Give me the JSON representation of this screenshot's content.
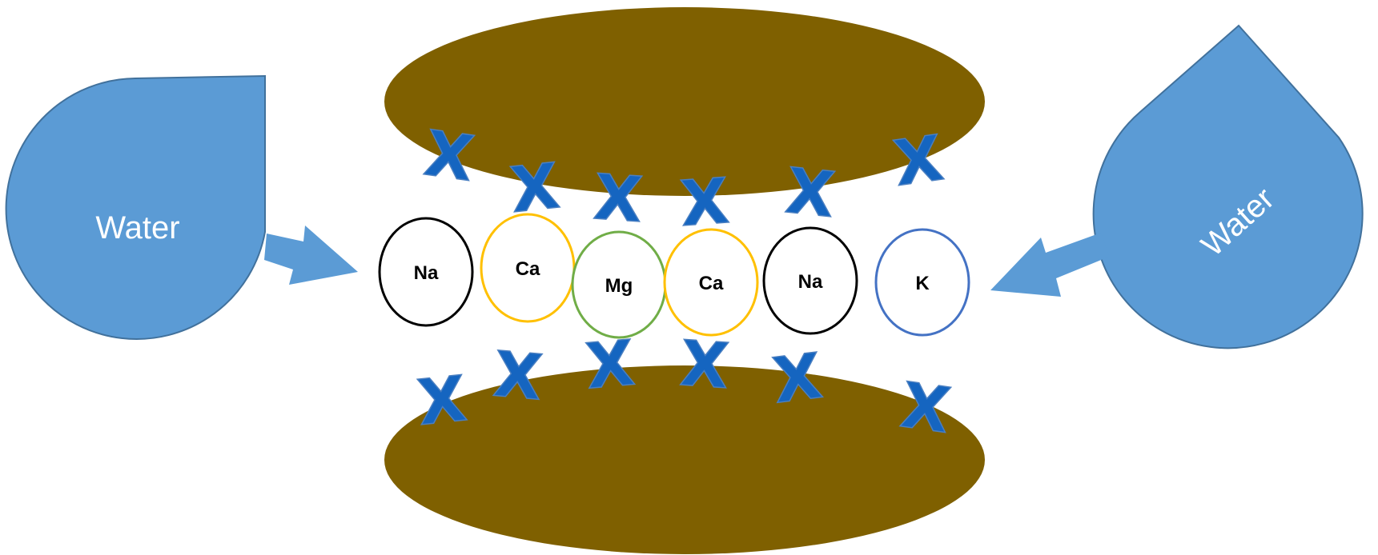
{
  "colors": {
    "water": "#5b9bd5",
    "water_edge": "#41719c",
    "clay": "#7f6000",
    "x_mark": "#1565c0",
    "ion_na": "#000000",
    "ion_ca": "#ffc000",
    "ion_mg": "#70ad47",
    "ion_k": "#4472c4"
  },
  "water_left": {
    "label": "Water",
    "icon": "water-drop-icon"
  },
  "water_right": {
    "label": "Water",
    "icon": "water-drop-icon"
  },
  "ions": [
    {
      "symbol": "Na",
      "color": "#000000"
    },
    {
      "symbol": "Ca",
      "color": "#ffc000"
    },
    {
      "symbol": "Mg",
      "color": "#70ad47"
    },
    {
      "symbol": "Ca",
      "color": "#ffc000"
    },
    {
      "symbol": "Na",
      "color": "#000000"
    },
    {
      "symbol": "K",
      "color": "#4472c4"
    }
  ],
  "x_marks": {
    "symbol": "X",
    "icon": "blocked-x-icon"
  }
}
